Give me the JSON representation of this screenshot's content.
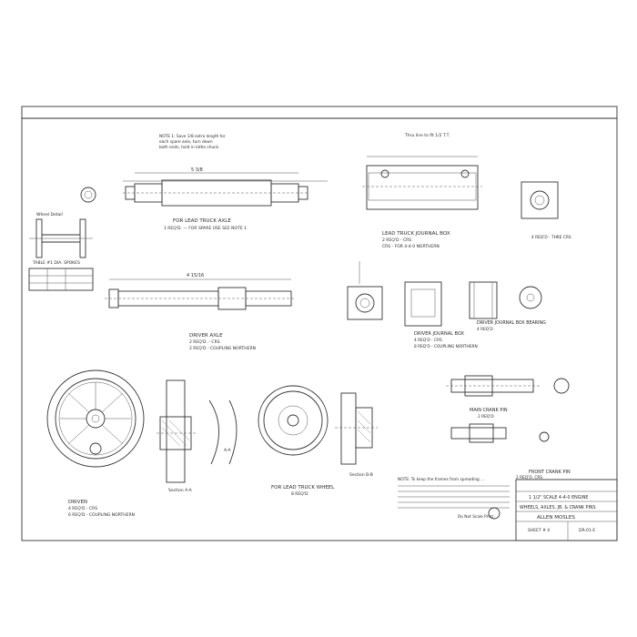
{
  "parts": {
    "axle": {
      "title": "FOR LEAD TRUCK AXLE",
      "subtitle": "1 REQ'D. — FOR SPARE USE SEE NOTE 1"
    },
    "driver_axle": {
      "title": "DRIVER AXLE",
      "line2": "2 REQ'D. - CRS",
      "line3": "2 REQ'D - COUPLING NORTHERN"
    },
    "journal_box": {
      "title": "LEAD TRUCK JOURNAL BOX",
      "line2": "2 REQ'D - CRS",
      "line3": "CRS - FOR 4-4-0 NORTHERN"
    },
    "driven": {
      "title": "DRIVEN",
      "line2": "4 REQ'D - CRS",
      "line3": "6 REQ'D - COUPLING NORTHERN"
    },
    "lead_truck_wheel": {
      "title": "FOR LEAD TRUCK WHEEL",
      "line2": "8 REQ'D"
    },
    "driver_journal": {
      "title": "DRIVER JOURNAL BOX",
      "line2": "4 REQ'D - CRS",
      "line3": "8 REQ'D - COUPLING NORTHERN"
    },
    "journal_bearing": {
      "title": "DRIVER JOURNAL BOX BEARING",
      "line2": "4 REQ'D"
    },
    "cover_plate": {
      "title": "MAIN CRANK PIN",
      "line2": "2 REQ'D"
    },
    "wheel_detail_label": "Wheel Detail",
    "table_label": "TABLE #1 DIA. SPOKES",
    "sections": [
      "Section A-A",
      "Section B-B"
    ]
  },
  "title_block": {
    "row1": "FRONT CRANK PIN",
    "row2": "2 REQ'D. CRS",
    "row3": "1 1/2\" SCALE  4-4-0 ENGINE",
    "row4": "WHEELS, AXLES, JB. & CRANK PINS",
    "drawn_by": "ALLEN MOSLES",
    "sheet": "SHEET # 4",
    "dwg_no": "DR-01-E"
  },
  "note_block": "NOTE: To keep the frames from spreading ...",
  "do_not_scale": "Do Not Scale Print"
}
